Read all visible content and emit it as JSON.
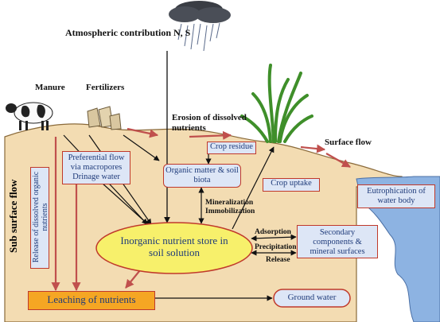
{
  "labels": {
    "atmospheric": "Atmospheric contribution N, S",
    "manure": "Manure",
    "fertilizers": "Fertilizers",
    "erosion": "Erosion of dissolved nutrients",
    "surface_flow": "Surface flow",
    "sub_surface_flow": "Sub surface flow",
    "release_dissolved": "Release of dissolved organic nutrients",
    "mineralization": "Mineralization",
    "immobilization": "Immobilization",
    "adsorption": "Adsorption",
    "precipitation": "Precipitation",
    "release": "Release"
  },
  "boxes": {
    "preferential_flow": "Preferential flow via macropores Drinage water",
    "crop_residue": "Crop residue",
    "organic_matter": "Organic matter & soil biota",
    "crop_uptake": "Crop uptake",
    "eutrophication": "Eutrophication of water body",
    "inorganic_store": "Inorganic nutrient store in soil solution",
    "secondary_components": "Secondary components & mineral surfaces",
    "leaching": "Leaching of nutrients",
    "ground_water": "Ground water"
  },
  "colors": {
    "soil": "#f3dcb2",
    "box_fill": "#dde6f6",
    "box_border": "#c0392b",
    "box_text": "#1f3b7a",
    "arrow_red": "#c0504d",
    "store_fill": "#f7f06b",
    "leach_fill": "#f5a623",
    "water": "#8db3e2"
  }
}
